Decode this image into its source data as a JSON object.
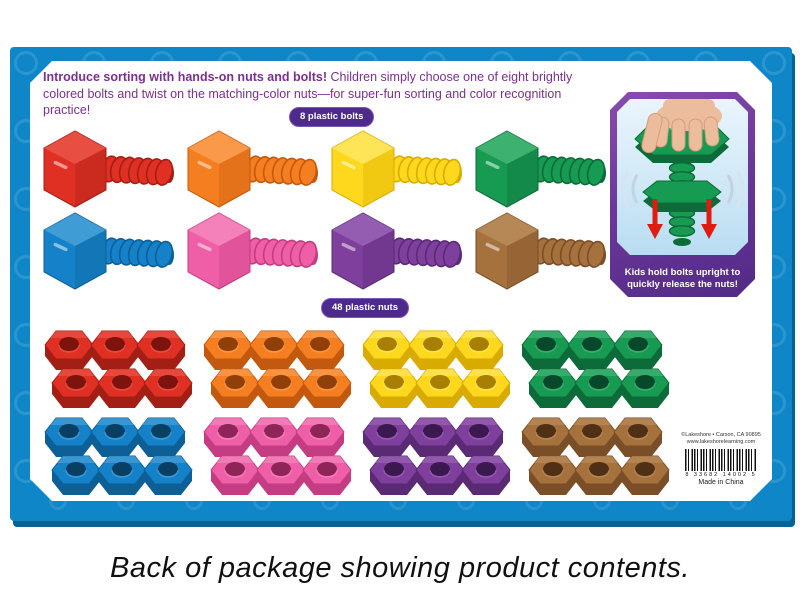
{
  "page": {
    "caption": "Back of package showing product contents."
  },
  "package": {
    "intro_bold": "Introduce sorting with hands-on nuts and bolts!",
    "intro_rest": " Children simply choose one of eight brightly colored bolts and twist on the matching-color nuts—for super-fun sorting and color recognition practice!",
    "bolts": {
      "badge": "8 plastic bolts",
      "rows": [
        [
          "red",
          "orange",
          "yellow",
          "green"
        ],
        [
          "blue",
          "pink",
          "purple",
          "brown"
        ]
      ]
    },
    "nuts": {
      "badge": "48 plastic nuts",
      "per_group": 6,
      "rows": [
        [
          "red",
          "orange",
          "yellow",
          "green"
        ],
        [
          "blue",
          "pink",
          "purple",
          "brown"
        ]
      ]
    },
    "inset": {
      "caption_line1": "Kids hold bolts upright to",
      "caption_line2": "quickly release the nuts!",
      "demo_color": "green",
      "arrow_color": "#e01b10",
      "skin_color": "#ecbd9c",
      "skin_shadow": "#d59d79"
    },
    "legal": {
      "line1": "©Lakeshore • Carson, CA 90895",
      "line2": "www.lakeshorelearning.com",
      "barcode_digits": "8 33682 14002 5",
      "made_in": "Made in China"
    },
    "colors": {
      "frame_blue": "#0e86c8",
      "frame_dark": "#0a6195",
      "text_purple": "#7b2f90",
      "badge_purple": "#4f2a8d",
      "inset_border_purple": "#6a389b",
      "inset_bg_blue": "#cde7f6"
    },
    "palette": {
      "red": {
        "base": "#df3023",
        "dark": "#a31f16",
        "light": "#f0675c",
        "hole": "#7d130d"
      },
      "orange": {
        "base": "#f57e20",
        "dark": "#c2590e",
        "light": "#fbae6b",
        "hole": "#8f3f07"
      },
      "yellow": {
        "base": "#fdd81c",
        "dark": "#d9ab00",
        "light": "#fff08a",
        "hole": "#a87f00"
      },
      "green": {
        "base": "#179a52",
        "dark": "#0c6b38",
        "light": "#5cc489",
        "hole": "#07482a"
      },
      "blue": {
        "base": "#1581c8",
        "dark": "#0d5f96",
        "light": "#64b2e0",
        "hole": "#083f63"
      },
      "pink": {
        "base": "#ef5fa7",
        "dark": "#c43c82",
        "light": "#f79cc9",
        "hole": "#8f2459"
      },
      "purple": {
        "base": "#7e3f9d",
        "dark": "#5b2a75",
        "light": "#a877c2",
        "hole": "#3c1850"
      },
      "brown": {
        "base": "#a5713d",
        "dark": "#7a4e26",
        "light": "#c59a6c",
        "hole": "#503014"
      }
    }
  }
}
